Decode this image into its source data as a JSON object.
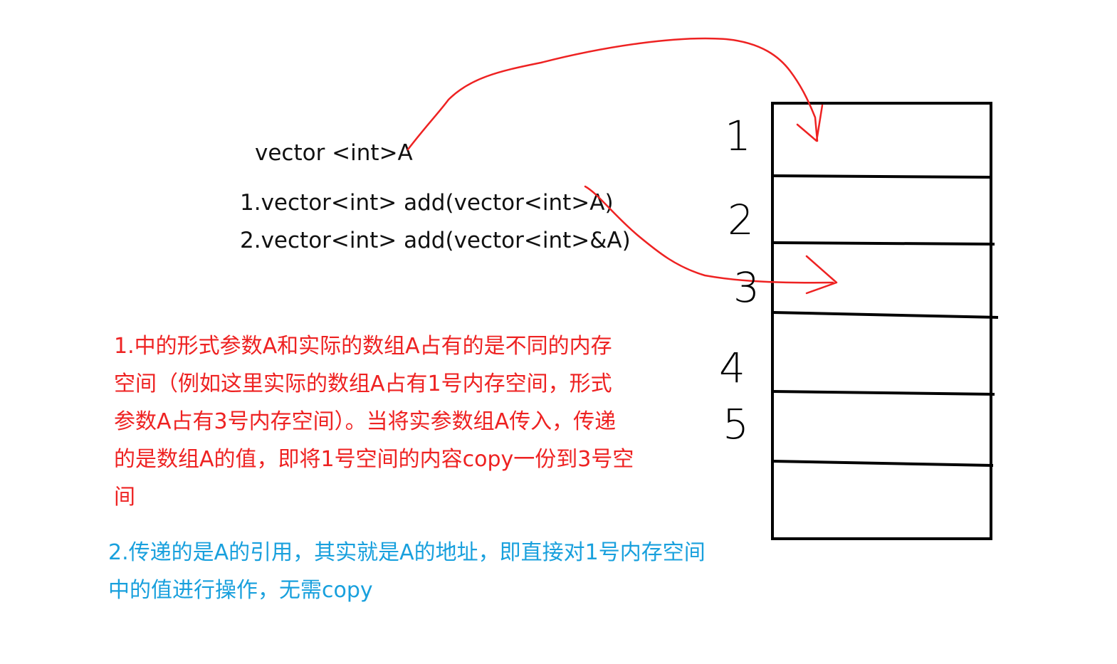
{
  "colors": {
    "red": "#ee2222",
    "blue": "#18a0dd",
    "black": "#000000",
    "text": "#111111"
  },
  "declaration": "vector <int>A",
  "signatures": [
    "1.vector<int> add(vector<int>A)",
    "2.vector<int> add(vector<int>&A)"
  ],
  "explanation_red": {
    "lines": [
      "1.中的形式参数A和实际的数组A占有的是不同的内存",
      "空间（例如这里实际的数组A占有1号内存空间，形式",
      "参数A占有3号内存空间）。当将实参数组A传入，传递",
      "的是数组A的值，即将1号空间的内容copy一份到3号空",
      "间"
    ]
  },
  "explanation_blue": {
    "lines": [
      "2.传递的是A的引用，其实就是A的地址，即直接对1号内存空间",
      "中的值进行操作，无需copy"
    ]
  },
  "memory_slots": [
    "1",
    "2",
    "3",
    "4",
    "5"
  ]
}
